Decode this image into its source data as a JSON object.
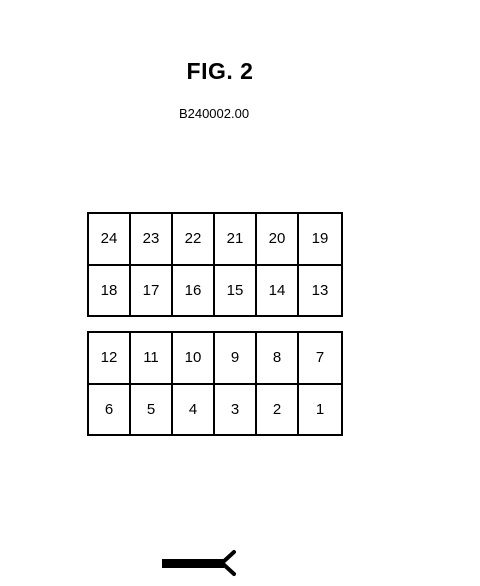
{
  "figure": {
    "title": "FIG. 2",
    "code": "B240002.00"
  },
  "top_block": {
    "rows": [
      [
        "24",
        "23",
        "22",
        "21",
        "20",
        "19"
      ],
      [
        "18",
        "17",
        "16",
        "15",
        "14",
        "13"
      ]
    ]
  },
  "bottom_block": {
    "rows": [
      [
        "12",
        "11",
        "10",
        "9",
        "8",
        "7"
      ],
      [
        "6",
        "5",
        "4",
        "3",
        "2",
        "1"
      ]
    ]
  },
  "icons": {
    "connector": "wire-connector-icon"
  }
}
